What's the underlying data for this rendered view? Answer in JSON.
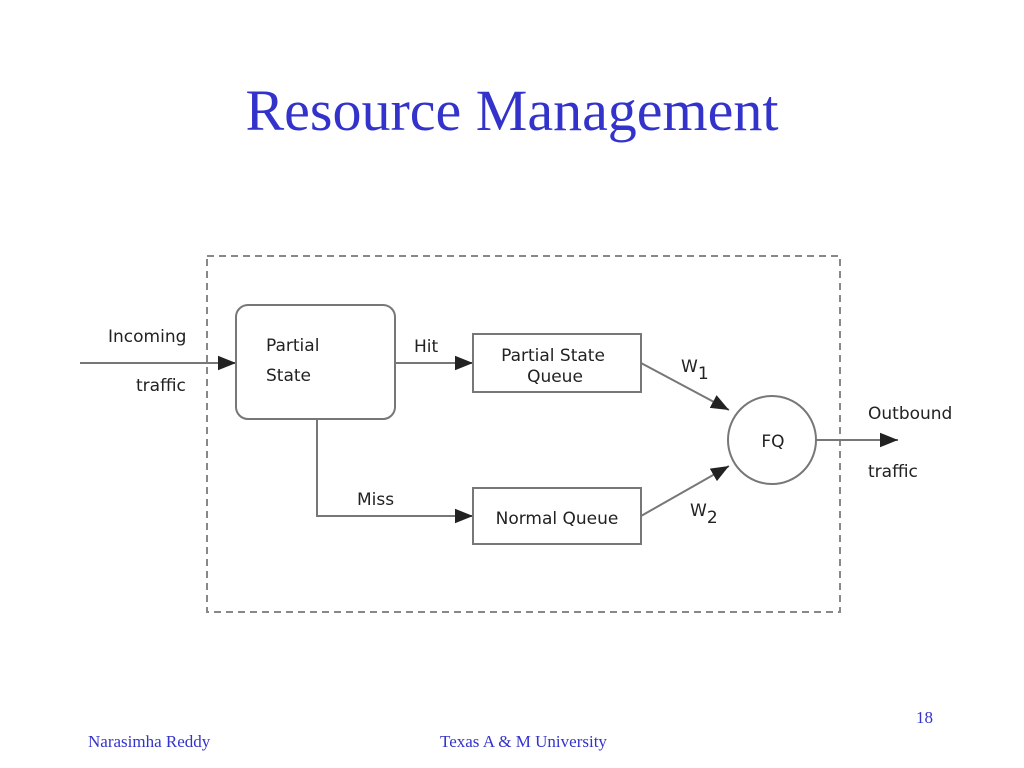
{
  "slide": {
    "title": "Resource Management",
    "page_number": "18",
    "footer_left": "Narasimha Reddy",
    "footer_center": "Texas A & M University"
  },
  "diagram": {
    "incoming_label_1": "Incoming",
    "incoming_label_2": "traffic",
    "partial_state_line1": "Partial",
    "partial_state_line2": "State",
    "hit_label": "Hit",
    "miss_label": "Miss",
    "partial_queue_line1": "Partial State",
    "partial_queue_line2": "Queue",
    "normal_queue_label": "Normal Queue",
    "w1_main": "W",
    "w1_sub": "1",
    "w2_main": "W",
    "w2_sub": "2",
    "fq_label": "FQ",
    "outbound_label_1": "Outbound",
    "outbound_label_2": "traffic"
  },
  "colors": {
    "title": "#3333cc",
    "footer": "#3333cc",
    "lines": "#333333"
  }
}
